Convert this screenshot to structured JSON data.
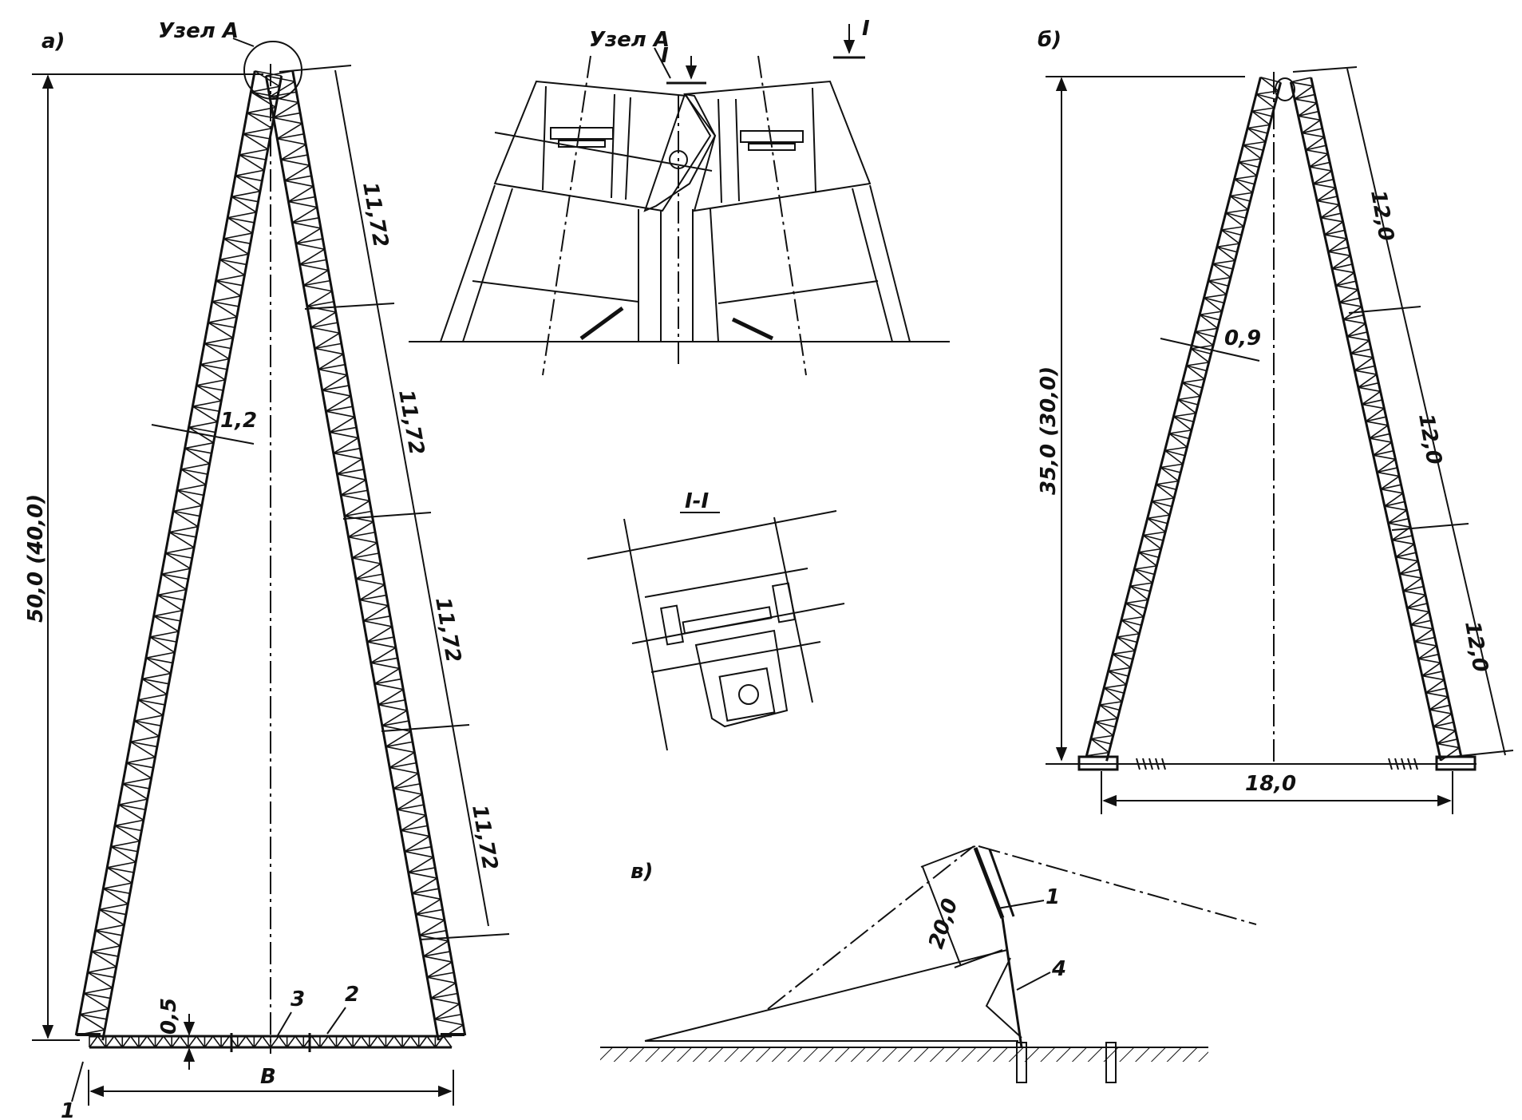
{
  "panels": {
    "a": {
      "tag": "а)",
      "node_label": "Узел А",
      "height_dim": "50,0 (40,0)",
      "segment_dims": [
        "11,72",
        "11,72",
        "11,72",
        "11,72"
      ],
      "width_dim": "1,2",
      "tie_gap_dim": "0,5",
      "base_dim": "В",
      "callouts": [
        "1",
        "2",
        "3"
      ]
    },
    "node_detail": {
      "node_label": "Узел А",
      "section_marks": [
        "I",
        "I"
      ]
    },
    "section": {
      "title": "I-I"
    },
    "b": {
      "tag": "б)",
      "height_dim": "35,0 (30,0)",
      "segment_dims": [
        "12,0",
        "12,0",
        "12,0"
      ],
      "width_dim": "0,9",
      "base_dim": "18,0"
    },
    "c": {
      "tag": "в)",
      "offset_dim": "20,0",
      "callouts": [
        "1",
        "4"
      ]
    }
  }
}
